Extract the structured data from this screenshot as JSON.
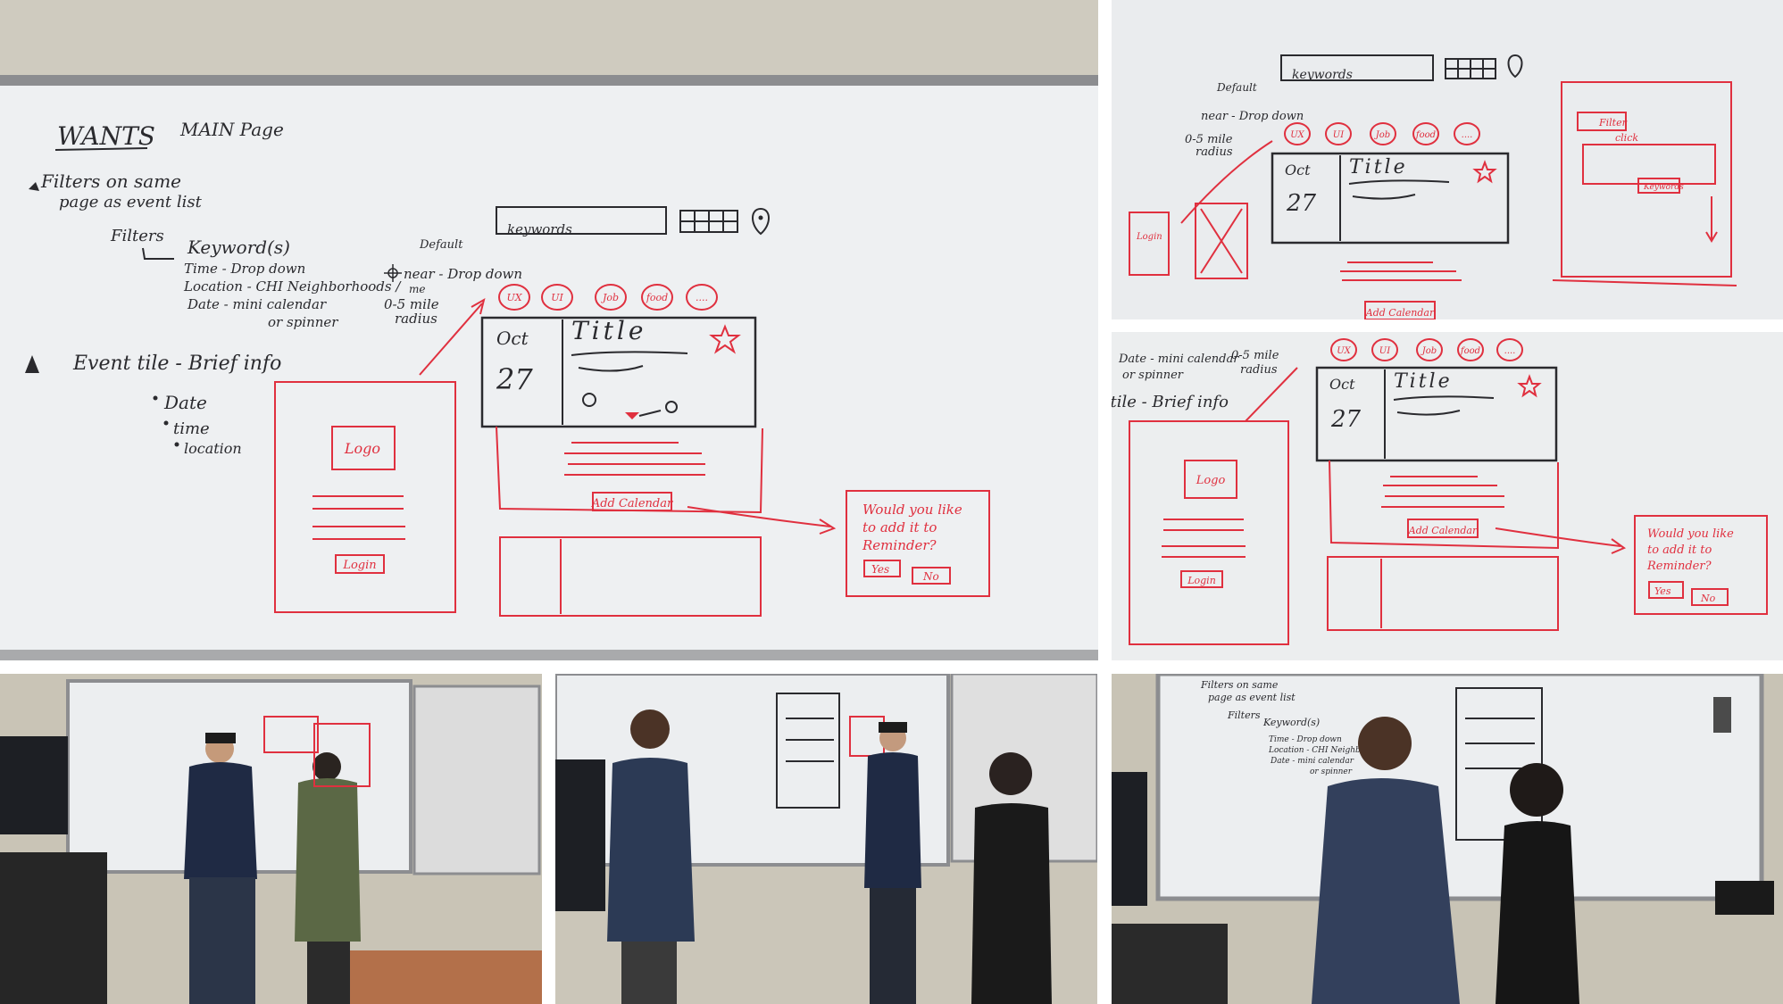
{
  "colors": {
    "marker_black": "#2a2a2e",
    "marker_red": "#e0303f",
    "board": "#eef0f2",
    "wall": "#cfcbbf",
    "frame": "#8c8d90"
  },
  "sketch": {
    "heading": "WANTS",
    "subheading": "MAIN Page",
    "filters_same_page_1": "Filters on same",
    "filters_same_page_2": "page as event list",
    "filters_label": "Filters",
    "keywords_label": "Keyword(s)",
    "filter_time": "Time  - Drop down",
    "filter_location": "Location - CHI Neighborhoods /",
    "filter_date": "Date  - mini calendar",
    "filter_date_2": "or spinner",
    "default_label": "Default",
    "near_me": "near - Drop down",
    "near_me_2": "me",
    "radius_1": "0-5 mile",
    "radius_2": "radius",
    "event_tile": "Event tile  - Brief info",
    "bullet_date": "Date",
    "bullet_time": "time",
    "bullet_location": "location",
    "search_box": "keywords",
    "chip_1": "UX",
    "chip_2": "UI",
    "chip_3": "Job",
    "chip_4": "food",
    "chip_5": "....",
    "card_month": "Oct",
    "card_day": "27",
    "card_title": "Title",
    "logo_box": "Logo",
    "login_button": "Login",
    "add_calendar": "Add Calendar",
    "prompt_1": "Would you like",
    "prompt_2": "to add it to",
    "prompt_3": "Reminder?",
    "yes_button": "Yes",
    "no_button": "No",
    "filter_panel": "Filter",
    "click_label": "click",
    "keywords_small": "Keywords"
  }
}
